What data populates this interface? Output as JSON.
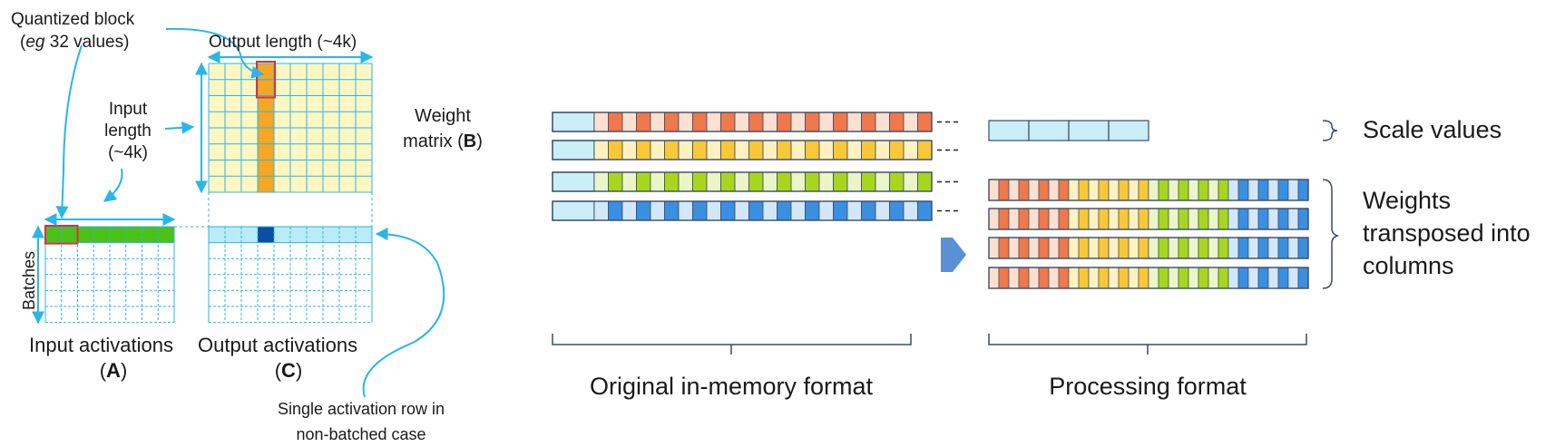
{
  "left": {
    "quantized_block": {
      "line1": "Quantized block",
      "line2_open": "(",
      "line2_em": "eg",
      "line2_rest": " 32 values)"
    },
    "output_length": "Output length (~4k)",
    "input_length": [
      "Input",
      "length",
      "(~4k)"
    ],
    "weight_matrix": {
      "line1": "Weight",
      "line2_pre": "matrix (",
      "line2_bold": "B",
      "line2_post": ")"
    },
    "batches": "Batches",
    "input_activations": {
      "line1": "Input activations",
      "pre": "(",
      "bold": "A",
      "post": ")"
    },
    "output_activations": {
      "line1": "Output activations",
      "pre": "(",
      "bold": "C",
      "post": ")"
    },
    "single_row": [
      "Single activation row in",
      "non-batched case"
    ]
  },
  "middle": {
    "caption": "Original in-memory format"
  },
  "right": {
    "scale_values": "Scale values",
    "weights_transposed": [
      "Weights",
      "transposed into",
      "columns"
    ],
    "caption": "Processing format"
  },
  "colors": {
    "accent_line": "#29b6e8",
    "weight_fill": "#fff7c2",
    "weight_col": "#f5a623",
    "input_row": "#4cc11a",
    "output_row": "#b9ecf8",
    "output_cell_dark": "#0b4ea2",
    "highlight_box": "#e0303a",
    "scale_fill": "#c9eef8",
    "scale_border": "#3a4a66",
    "arrow": "#5b8fd6",
    "orange": "#f0784a",
    "orange_light": "#fde0d0",
    "yellow": "#f9c838",
    "yellow_light": "#fff2c0",
    "green": "#a8d61e",
    "green_light": "#eaf6c8",
    "blue": "#3a8fe0",
    "blue_light": "#d2e8fa"
  }
}
